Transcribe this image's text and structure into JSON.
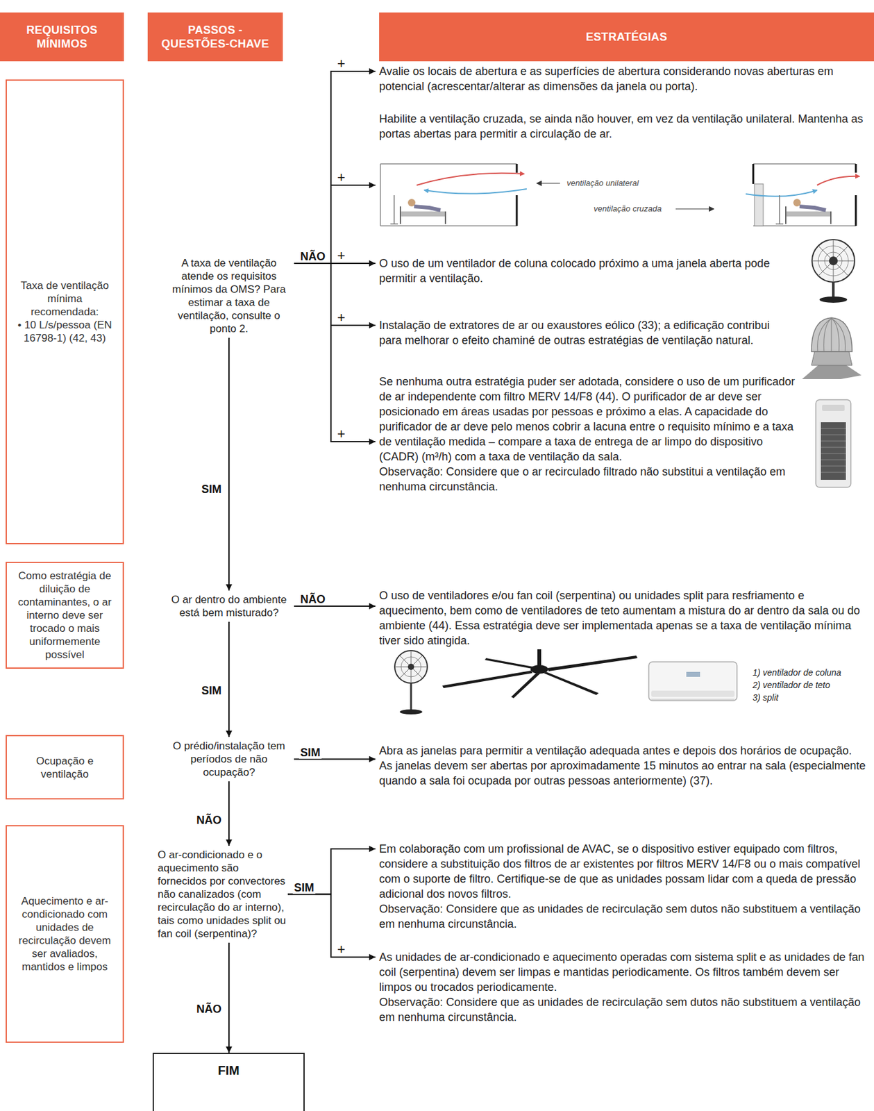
{
  "diagram": {
    "nodes": [
      {
        "text": [
          "REQUISITOS MÍNIMOS"
        ]
      },
      {
        "text": [
          "PASSOS - QUESTÕES-CHAVE"
        ]
      },
      {
        "text": [
          "ESTRATÉGIAS"
        ]
      },
      {
        "text": [
          "Taxa de ventilação mínima recomendada:",
          "• 10 L/s/pessoa (EN 16798-1) (42, 43)"
        ]
      },
      {
        "text": [
          "Como estratégia de diluição de contaminantes, o ar interno deve ser trocado o mais uniformemente possível"
        ]
      },
      {
        "text": [
          "Ocupação e ventilação"
        ]
      },
      {
        "text": [
          "Aquecimento e ar-condicionado com unidades de recirculação devem ser avaliados, mantidos e limpos"
        ]
      },
      {
        "text": [
          "A taxa de ventilação atende os requisitos mínimos da OMS? Para estimar a taxa de ventilação, consulte o ponto 2."
        ]
      },
      {
        "text": [
          "O ar dentro do ambiente está bem misturado?"
        ]
      },
      {
        "text": [
          "O prédio/instalação tem períodos de não ocupação?"
        ]
      },
      {
        "text": [
          "O ar-condicionado e o aquecimento são fornecidos por convectores não canalizados (com recirculação do ar interno), tais como unidades split ou fan coil (serpentina)?"
        ]
      },
      {
        "text": [
          "FIM"
        ]
      },
      {
        "text": [
          "Avalie os locais de abertura e as superfícies de abertura considerando novas aberturas em potencial (acrescentar/alterar as dimensões da janela ou porta)."
        ]
      },
      {
        "text": [
          "Habilite a ventilação cruzada, se ainda não houver, em vez da ventilação unilateral. Mantenha as portas abertas para permitir a circulação de ar."
        ]
      },
      {
        "text": [
          "O uso de um ventilador de coluna colocado próximo a uma janela aberta pode permitir a ventilação."
        ]
      },
      {
        "text": [
          "Instalação de extratores de ar ou exaustores eólico (33); a edificação contribui para melhorar o efeito chaminé de outras estratégias de ventilação natural."
        ]
      },
      {
        "text": [
          "Se nenhuma outra estratégia puder ser adotada, considere o uso de um purificador de ar independente com filtro MERV 14/F8 (44). O purificador de ar deve ser posicionado em áreas usadas por pessoas e próximo a elas. A capacidade do purificador de ar deve pelo menos cobrir a lacuna entre o requisito mínimo e a taxa de ventilação medida – compare a taxa de entrega de ar limpo do dispositivo (CADR) (m³/h) com a taxa de ventilação da sala.",
          "Observação: Considere que o ar recirculado filtrado não substitui a ventilação em nenhuma circunstância."
        ]
      },
      {
        "text": [
          "O uso de ventiladores e/ou fan coil (serpentina) ou unidades split para resfriamento e aquecimento, bem como de ventiladores de teto aumentam a mistura do ar dentro da sala ou do ambiente (44). Essa estratégia deve ser implementada apenas se a taxa de ventilação mínima tiver sido atingida."
        ]
      },
      {
        "text": [
          "Abra as janelas para permitir a ventilação adequada antes e depois dos horários de ocupação. As janelas devem ser abertas por aproximadamente 15 minutos ao entrar na sala (especialmente quando a sala foi ocupada por outras pessoas anteriormente) (37)."
        ]
      },
      {
        "text": [
          "Em colaboração com um profissional de AVAC, se o dispositivo estiver equipado com filtros, considere a substituição dos filtros de ar existentes por filtros MERV 14/F8 ou o mais compatível com o suporte de filtro. Certifique-se de que as unidades possam lidar com a queda de pressão adicional dos novos filtros.",
          "Observação: Considere que as unidades de recirculação sem dutos não substituem a ventilação em nenhuma circunstância."
        ]
      },
      {
        "text": [
          "As unidades de ar-condicionado e aquecimento operadas com sistema split e as unidades de fan coil (serpentina) devem ser limpas e mantidas periodicamente. Os filtros também devem ser limpos ou trocados periodicamente.",
          "Observação: Considere que as unidades de recirculação sem dutos não substituem a ventilação em nenhuma circunstância."
        ]
      }
    ],
    "edges": [
      {
        "from": 7,
        "to": 12,
        "arrow": "to",
        "label": "+"
      },
      {
        "from": 7,
        "to": 13,
        "arrow": "to",
        "label": "+"
      },
      {
        "from": 7,
        "to": 14,
        "arrow": "to",
        "label": "+"
      },
      {
        "from": 7,
        "to": 15,
        "arrow": "to",
        "label": "+"
      },
      {
        "from": 7,
        "to": 16,
        "arrow": "to",
        "label": "+"
      },
      {
        "from": 7,
        "to": 8,
        "arrow": "to",
        "label": "SIM"
      },
      {
        "from": 8,
        "to": 17,
        "arrow": "to",
        "label": "NÃO"
      },
      {
        "from": 8,
        "to": 9,
        "arrow": "to",
        "label": "SIM"
      },
      {
        "from": 9,
        "to": 18,
        "arrow": "to",
        "label": "SIM"
      },
      {
        "from": 9,
        "to": 10,
        "arrow": "to",
        "label": "NÃO"
      },
      {
        "from": 10,
        "to": 19,
        "arrow": "to"
      },
      {
        "from": 10,
        "to": 20,
        "arrow": "to",
        "label": "+"
      },
      {
        "from": 10,
        "to": 11,
        "arrow": "to",
        "label": "NÃO"
      }
    ],
    "labels": [
      "NÃO",
      "ventilação unilateral",
      "ventilação cruzada",
      "1) ventilador de coluna",
      "2) ventilador de teto",
      "3) split",
      "SIM"
    ]
  }
}
